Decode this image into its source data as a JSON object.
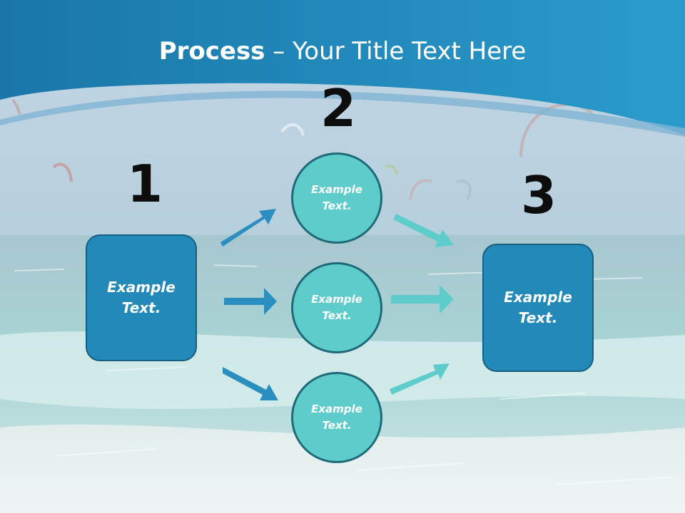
{
  "title": {
    "bold": "Process",
    "rest": " – Your Title Text Here"
  },
  "steps": {
    "one": "1",
    "two": "2",
    "three": "3"
  },
  "nodes": {
    "left_box": "Example\nText.",
    "circle_top": "Example\nText.",
    "circle_middle": "Example\nText.",
    "circle_bottom": "Example\nText.",
    "right_box": "Example\nText."
  },
  "colors": {
    "box": "#2389b8",
    "circle": "#5fcccc",
    "arrow_in": "#2a8fbf",
    "arrow_out": "#5fcccc",
    "header": "#1e86b8"
  }
}
